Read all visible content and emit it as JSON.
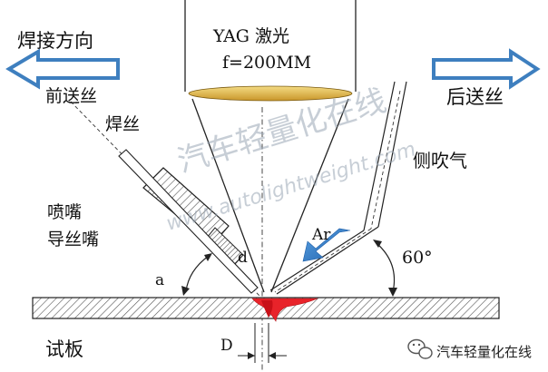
{
  "labels": {
    "welding_direction": "焊接方向",
    "laser": "YAG 激光",
    "focal_length": "f=200MM",
    "back_feed": "后送丝",
    "front_feed": "前送丝",
    "wire": "焊丝",
    "side_gas": "侧吹气",
    "nozzle": "喷嘴",
    "wire_guide_nozzle": "导丝嘴",
    "angle_a": "a",
    "distance_d": "d",
    "gas_ar": "Ar",
    "angle_60": "60°",
    "specimen": "试板",
    "offset_D": "D"
  },
  "watermark": {
    "cn": "汽车轻量化在线",
    "url": "www.autolightweight.com"
  },
  "logo": {
    "text": "汽车轻量化在线",
    "icon": "wechat-icon"
  },
  "colors": {
    "arrow_fill": "#ffffff",
    "arrow_stroke": "#3e7fbf",
    "lens_fill": "#e9c24a",
    "gas_arrow": "#2f79c8",
    "weld_pool": "#e8232a"
  }
}
